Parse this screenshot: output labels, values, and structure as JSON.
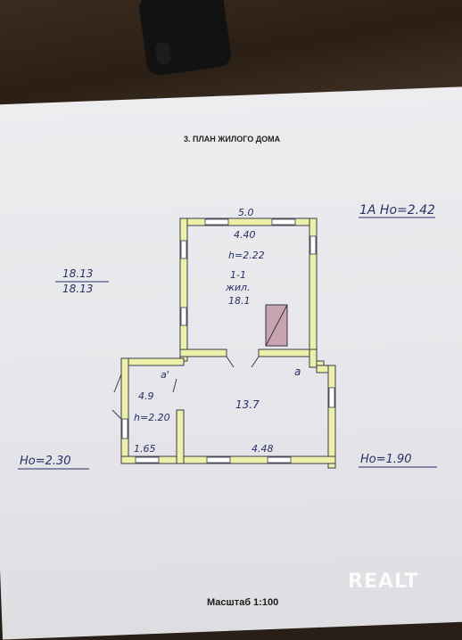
{
  "plan": {
    "title": "3. ПЛАН ЖИЛОГО ДОМА",
    "scale_label": "Масштаб 1:100",
    "label_1a": "1А Ho=2.42",
    "area_top": "18.13",
    "area_bottom": "18.13",
    "height_left": "Ho=2.30",
    "height_right": "Ho=1.90",
    "room_1": {
      "outer_width": "5.0",
      "inner_width": "4.40",
      "height": "h=2.22",
      "number": "1-1",
      "name": "жил.",
      "area": "18.1"
    },
    "room_a": {
      "letter": "a",
      "area": "13.7",
      "width": "4.48"
    },
    "room_a1": {
      "letter": "a'",
      "area": "4.9",
      "height": "h=2.20",
      "width": "1.65"
    }
  },
  "watermark": "REALT",
  "colors": {
    "wall_fill": "#ecf0a8",
    "ink": "#26306a",
    "paper": "#ececef",
    "background": "#2a1f16"
  },
  "icons": [
    "stove-icon"
  ]
}
